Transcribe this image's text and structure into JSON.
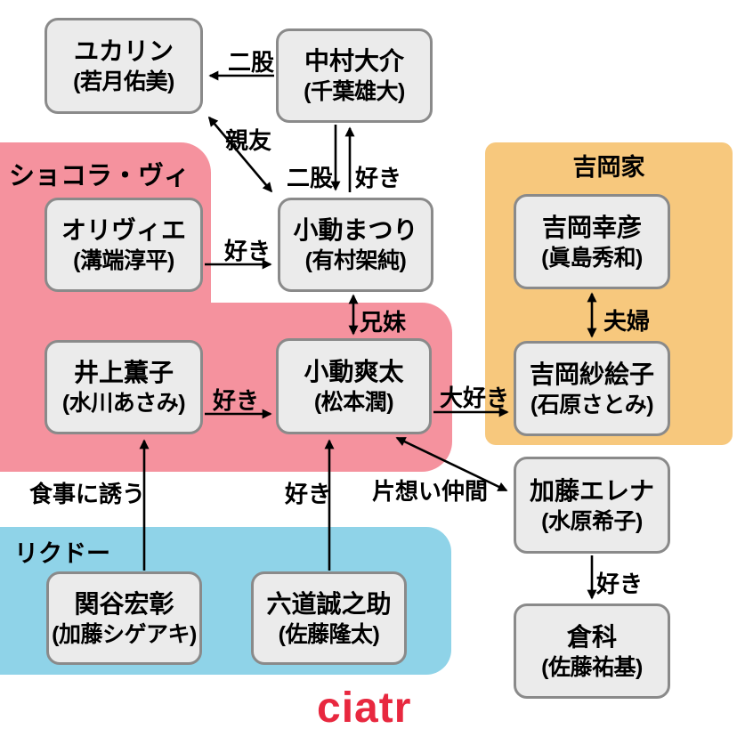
{
  "title": "character-relationship-diagram",
  "logo": {
    "text": "ciatr",
    "color": "#E8283F"
  },
  "colors": {
    "group_pink": "#F5929E",
    "group_orange": "#F7C87D",
    "group_blue": "#8FD3E8",
    "person_box_fill": "#EBEBEB",
    "person_box_border": "#8A8A8A",
    "arrow": "#000000"
  },
  "groups": {
    "chocolat_vie": {
      "label": "ショコラ・ヴィ",
      "color": "#F5929E",
      "members": [
        "オリヴィエ",
        "井上薫子",
        "小動爽太"
      ]
    },
    "yoshioka_family": {
      "label": "吉岡家",
      "color": "#F7C87D",
      "members": [
        "吉岡幸彦",
        "吉岡紗絵子"
      ]
    },
    "rikudo": {
      "label": "リクドー",
      "color": "#8FD3E8",
      "members": [
        "関谷宏彰",
        "六道誠之助"
      ]
    }
  },
  "people": {
    "yukarin": {
      "name": "ユカリン",
      "actor": "(若月佑美)"
    },
    "nakamura": {
      "name": "中村大介",
      "actor": "(千葉雄大)"
    },
    "olivier": {
      "name": "オリヴィエ",
      "actor": "(溝端淳平)"
    },
    "matsuri": {
      "name": "小動まつり",
      "actor": "(有村架純)"
    },
    "inoue": {
      "name": "井上薫子",
      "actor": "(水川あさみ)"
    },
    "sota": {
      "name": "小動爽太",
      "actor": "(松本潤)"
    },
    "yukihiko": {
      "name": "吉岡幸彦",
      "actor": "(眞島秀和)"
    },
    "saeko": {
      "name": "吉岡紗絵子",
      "actor": "(石原さとみ)"
    },
    "elena": {
      "name": "加藤エレナ",
      "actor": "(水原希子)"
    },
    "kurashina": {
      "name": "倉科",
      "actor": "(佐藤祐基)"
    },
    "sekiya": {
      "name": "関谷宏彰",
      "actor": "(加藤シゲアキ)"
    },
    "rikudo_s": {
      "name": "六道誠之助",
      "actor": "(佐藤隆太)"
    }
  },
  "relations": {
    "nakamura_yukarin": {
      "from": "中村大介",
      "to": "ユカリン",
      "label": "二股",
      "bidirectional": false
    },
    "matsuri_yukarin": {
      "from": "小動まつり",
      "to": "ユカリン",
      "label": "親友",
      "bidirectional": true
    },
    "nakamura_matsuri": {
      "from": "中村大介",
      "to": "小動まつり",
      "label": "二股",
      "bidirectional": false
    },
    "matsuri_nakamura": {
      "from": "小動まつり",
      "to": "中村大介",
      "label": "好き",
      "bidirectional": false
    },
    "olivier_matsuri": {
      "from": "オリヴィエ",
      "to": "小動まつり",
      "label": "好き",
      "bidirectional": false
    },
    "matsuri_sota": {
      "from": "小動まつり",
      "to": "小動爽太",
      "label": "兄妹",
      "bidirectional": true
    },
    "inoue_sota": {
      "from": "井上薫子",
      "to": "小動爽太",
      "label": "好き",
      "bidirectional": false
    },
    "sota_saeko": {
      "from": "小動爽太",
      "to": "吉岡紗絵子",
      "label": "大好き",
      "bidirectional": false
    },
    "yukihiko_saeko": {
      "from": "吉岡幸彦",
      "to": "吉岡紗絵子",
      "label": "夫婦",
      "bidirectional": true
    },
    "sota_elena": {
      "from": "小動爽太",
      "to": "加藤エレナ",
      "label": "片想い仲間",
      "bidirectional": true
    },
    "elena_kurashina": {
      "from": "加藤エレナ",
      "to": "倉科",
      "label": "好き",
      "bidirectional": false
    },
    "sekiya_inoue": {
      "from": "関谷宏彰",
      "to": "井上薫子",
      "label": "食事に誘う",
      "bidirectional": false
    },
    "rikudo_sota": {
      "from": "六道誠之助",
      "to": "小動爽太",
      "label": "好き",
      "bidirectional": false
    }
  }
}
